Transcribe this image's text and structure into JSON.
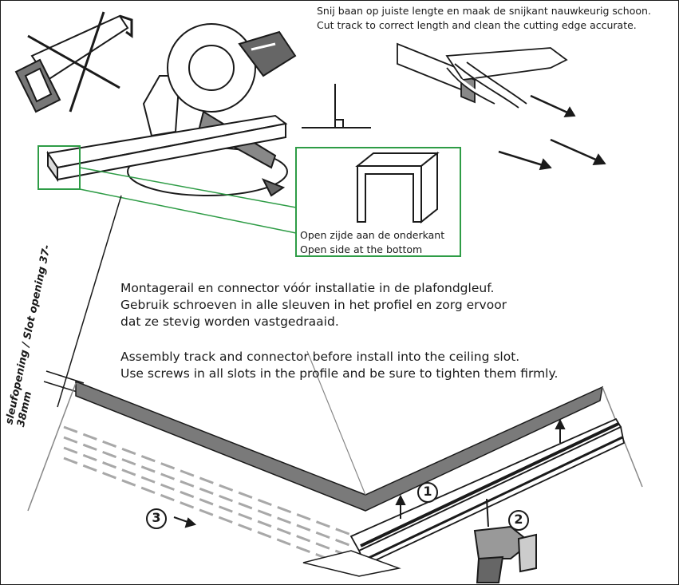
{
  "cutting": {
    "instruction_nl": "Snij baan op juiste lengte en maak de snijkant nauwkeurig schoon.",
    "instruction_en": "Cut track to correct length and clean the cutting edge accurate."
  },
  "detail_box": {
    "line_nl": "Open zijde aan de onderkant",
    "line_en": "Open side at the bottom"
  },
  "slot_label": "sleufopening / Slot opening 37-38mm",
  "assembly": {
    "nl_line1": "Montagerail en connector vóór installatie in de plafondgleuf.",
    "nl_line2": "Gebruik schroeven in alle sleuven in het profiel en zorg ervoor",
    "nl_line3": "dat ze stevig worden vastgedraaid.",
    "en_line1": "Assembly track and connector before install into the ceiling slot.",
    "en_line2": "Use screws in all slots in the profile and be sure to tighten them firmly."
  },
  "steps": {
    "step1": "1",
    "step2": "2",
    "step3": "3"
  },
  "colors": {
    "highlight": "#2e9c46",
    "ceiling": "#7a7a7a",
    "ink": "#1a1a1a"
  },
  "icons": [
    "hand-saw-icon",
    "miter-saw-icon",
    "right-angle-icon",
    "brush-icon",
    "drill-icon"
  ]
}
